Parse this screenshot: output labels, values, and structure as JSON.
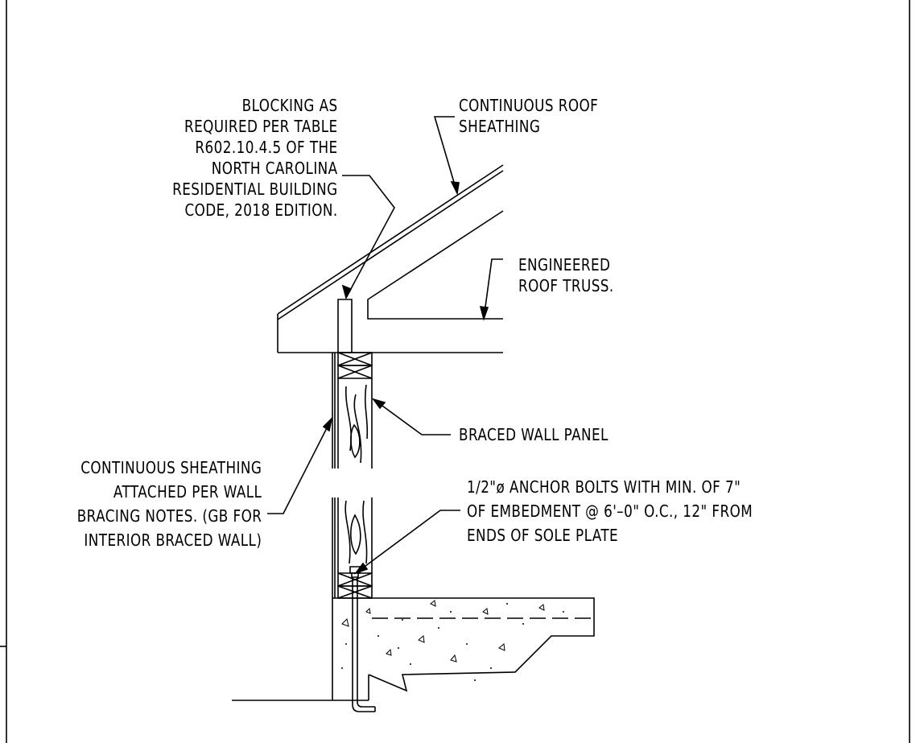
{
  "callouts": {
    "blocking": [
      "BLOCKING AS",
      "REQUIRED PER TABLE",
      "R602.10.4.5 OF THE",
      "NORTH CAROLINA",
      "RESIDENTIAL BUILDING",
      "CODE, 2018 EDITION."
    ],
    "roof_sheathing": [
      "CONTINUOUS ROOF",
      "SHEATHING"
    ],
    "roof_truss": [
      "ENGINEERED",
      "ROOF TRUSS."
    ],
    "braced_wall_panel": [
      "BRACED WALL PANEL"
    ],
    "wall_sheathing": [
      "CONTINUOUS SHEATHING",
      "ATTACHED PER WALL",
      "BRACING NOTES. (GB FOR",
      "INTERIOR BRACED WALL)"
    ],
    "anchor_bolts": [
      "1/2\"ø ANCHOR BOLTS WITH MIN. OF 7\"",
      "OF EMBEDMENT @ 6'–0\" O.C., 12\" FROM",
      "ENDS OF SOLE PLATE"
    ]
  },
  "colors": {
    "line": "#000000",
    "background": "#ffffff"
  }
}
